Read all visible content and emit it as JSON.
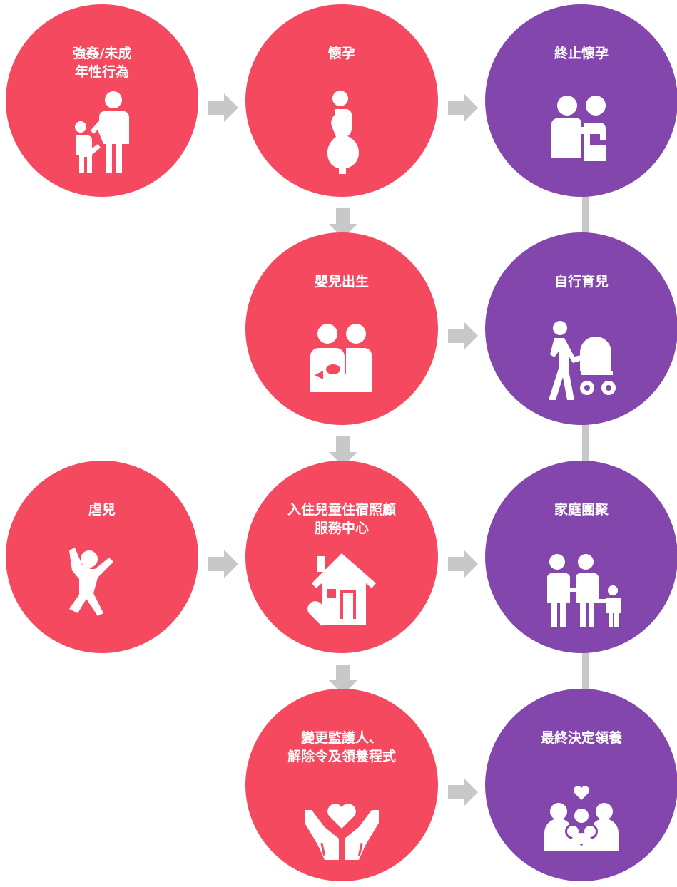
{
  "colors": {
    "pink": "#f5495f",
    "purple": "#8346ad",
    "arrow": "#c8c8c8",
    "connector": "#c8c8c8",
    "icon": "#ffffff"
  },
  "nodes": {
    "rape": {
      "label": "強姦/未成\n年性行為",
      "icon": "adult-with-child-icon",
      "color": "pink"
    },
    "pregnancy": {
      "label": "懷孕",
      "icon": "pregnant-woman-icon",
      "color": "pink"
    },
    "termination": {
      "label": "終止懷孕",
      "icon": "comforting-embrace-icon",
      "color": "purple"
    },
    "birth": {
      "label": "嬰兒出生",
      "icon": "parents-with-baby-icon",
      "color": "pink"
    },
    "self_care": {
      "label": "自行育兒",
      "icon": "person-pushing-stroller-icon",
      "color": "purple"
    },
    "abuse": {
      "label": "虐兒",
      "icon": "jumping-child-icon",
      "color": "pink"
    },
    "residential": {
      "label": "入住兒童住宿照顧\n服務中心",
      "icon": "house-with-heart-icon",
      "color": "pink"
    },
    "reunion": {
      "label": "家庭團聚",
      "icon": "family-holding-hands-icon",
      "color": "purple"
    },
    "guardian": {
      "label": "變更監護人、\n解除令及領養程式",
      "icon": "hands-holding-heart-icon",
      "color": "pink"
    },
    "adoption": {
      "label": "最終決定領養",
      "icon": "family-with-heart-icon",
      "color": "purple"
    }
  }
}
